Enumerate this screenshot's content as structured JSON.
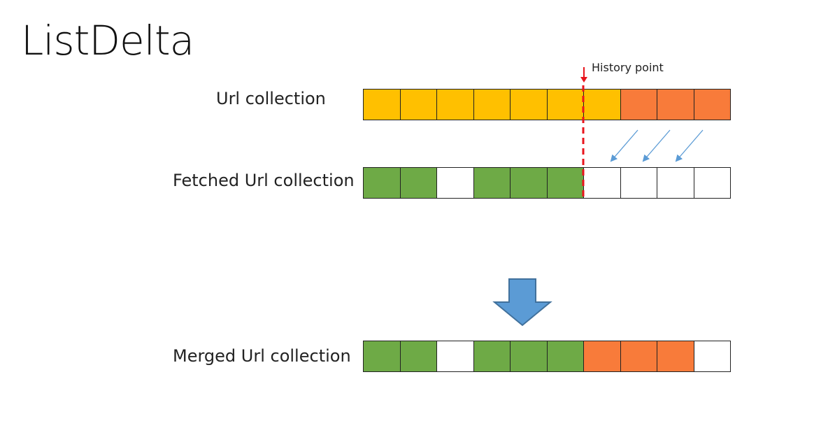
{
  "title": "ListDelta",
  "history_label": "History point",
  "colors": {
    "yellow": "#FFC000",
    "orange": "#F87B3A",
    "green": "#6EAA46",
    "empty": "#FFFFFF",
    "history_marker": "#E8141C",
    "small_arrow": "#5B9BD5",
    "big_arrow_fill": "#5B9BD5",
    "big_arrow_stroke": "#41719C"
  },
  "rows": [
    {
      "key": "url",
      "label": "Url collection",
      "cells": [
        "yellow",
        "yellow",
        "yellow",
        "yellow",
        "yellow",
        "yellow",
        "yellow",
        "orange",
        "orange",
        "orange"
      ]
    },
    {
      "key": "fetched",
      "label": "Fetched Url collection",
      "cells": [
        "green",
        "green",
        "empty",
        "green",
        "green",
        "green",
        "empty",
        "empty",
        "empty",
        "empty"
      ]
    },
    {
      "key": "merged",
      "label": "Merged Url collection",
      "cells": [
        "green",
        "green",
        "empty",
        "green",
        "green",
        "green",
        "orange",
        "orange",
        "orange",
        "empty"
      ]
    }
  ]
}
